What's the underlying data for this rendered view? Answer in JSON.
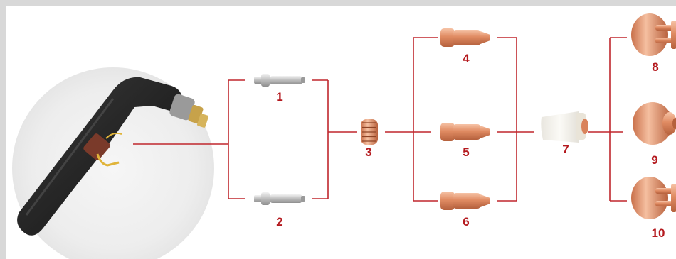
{
  "diagram": {
    "labels": [
      "1",
      "2",
      "3",
      "4",
      "5",
      "6",
      "7",
      "8",
      "9",
      "10"
    ]
  },
  "colors": {
    "connector": "#c0272d",
    "label": "#b4191e",
    "copper": "#d9835c",
    "silver": "#c9c9c9",
    "ceramic": "#f1efe9",
    "torch_body": "#222222",
    "frame": "#d8d8d8"
  },
  "parts": [
    {
      "label_index": 0,
      "icon": "electrode-icon"
    },
    {
      "label_index": 1,
      "icon": "electrode-icon"
    },
    {
      "label_index": 2,
      "icon": "swirl-ring-icon"
    },
    {
      "label_index": 3,
      "icon": "nozzle-icon"
    },
    {
      "label_index": 4,
      "icon": "nozzle-icon"
    },
    {
      "label_index": 5,
      "icon": "nozzle-icon"
    },
    {
      "label_index": 6,
      "icon": "ceramic-cup-icon"
    },
    {
      "label_index": 7,
      "icon": "shield-cap-icon"
    },
    {
      "label_index": 8,
      "icon": "shield-cap-icon"
    },
    {
      "label_index": 9,
      "icon": "shield-cap-icon"
    }
  ]
}
